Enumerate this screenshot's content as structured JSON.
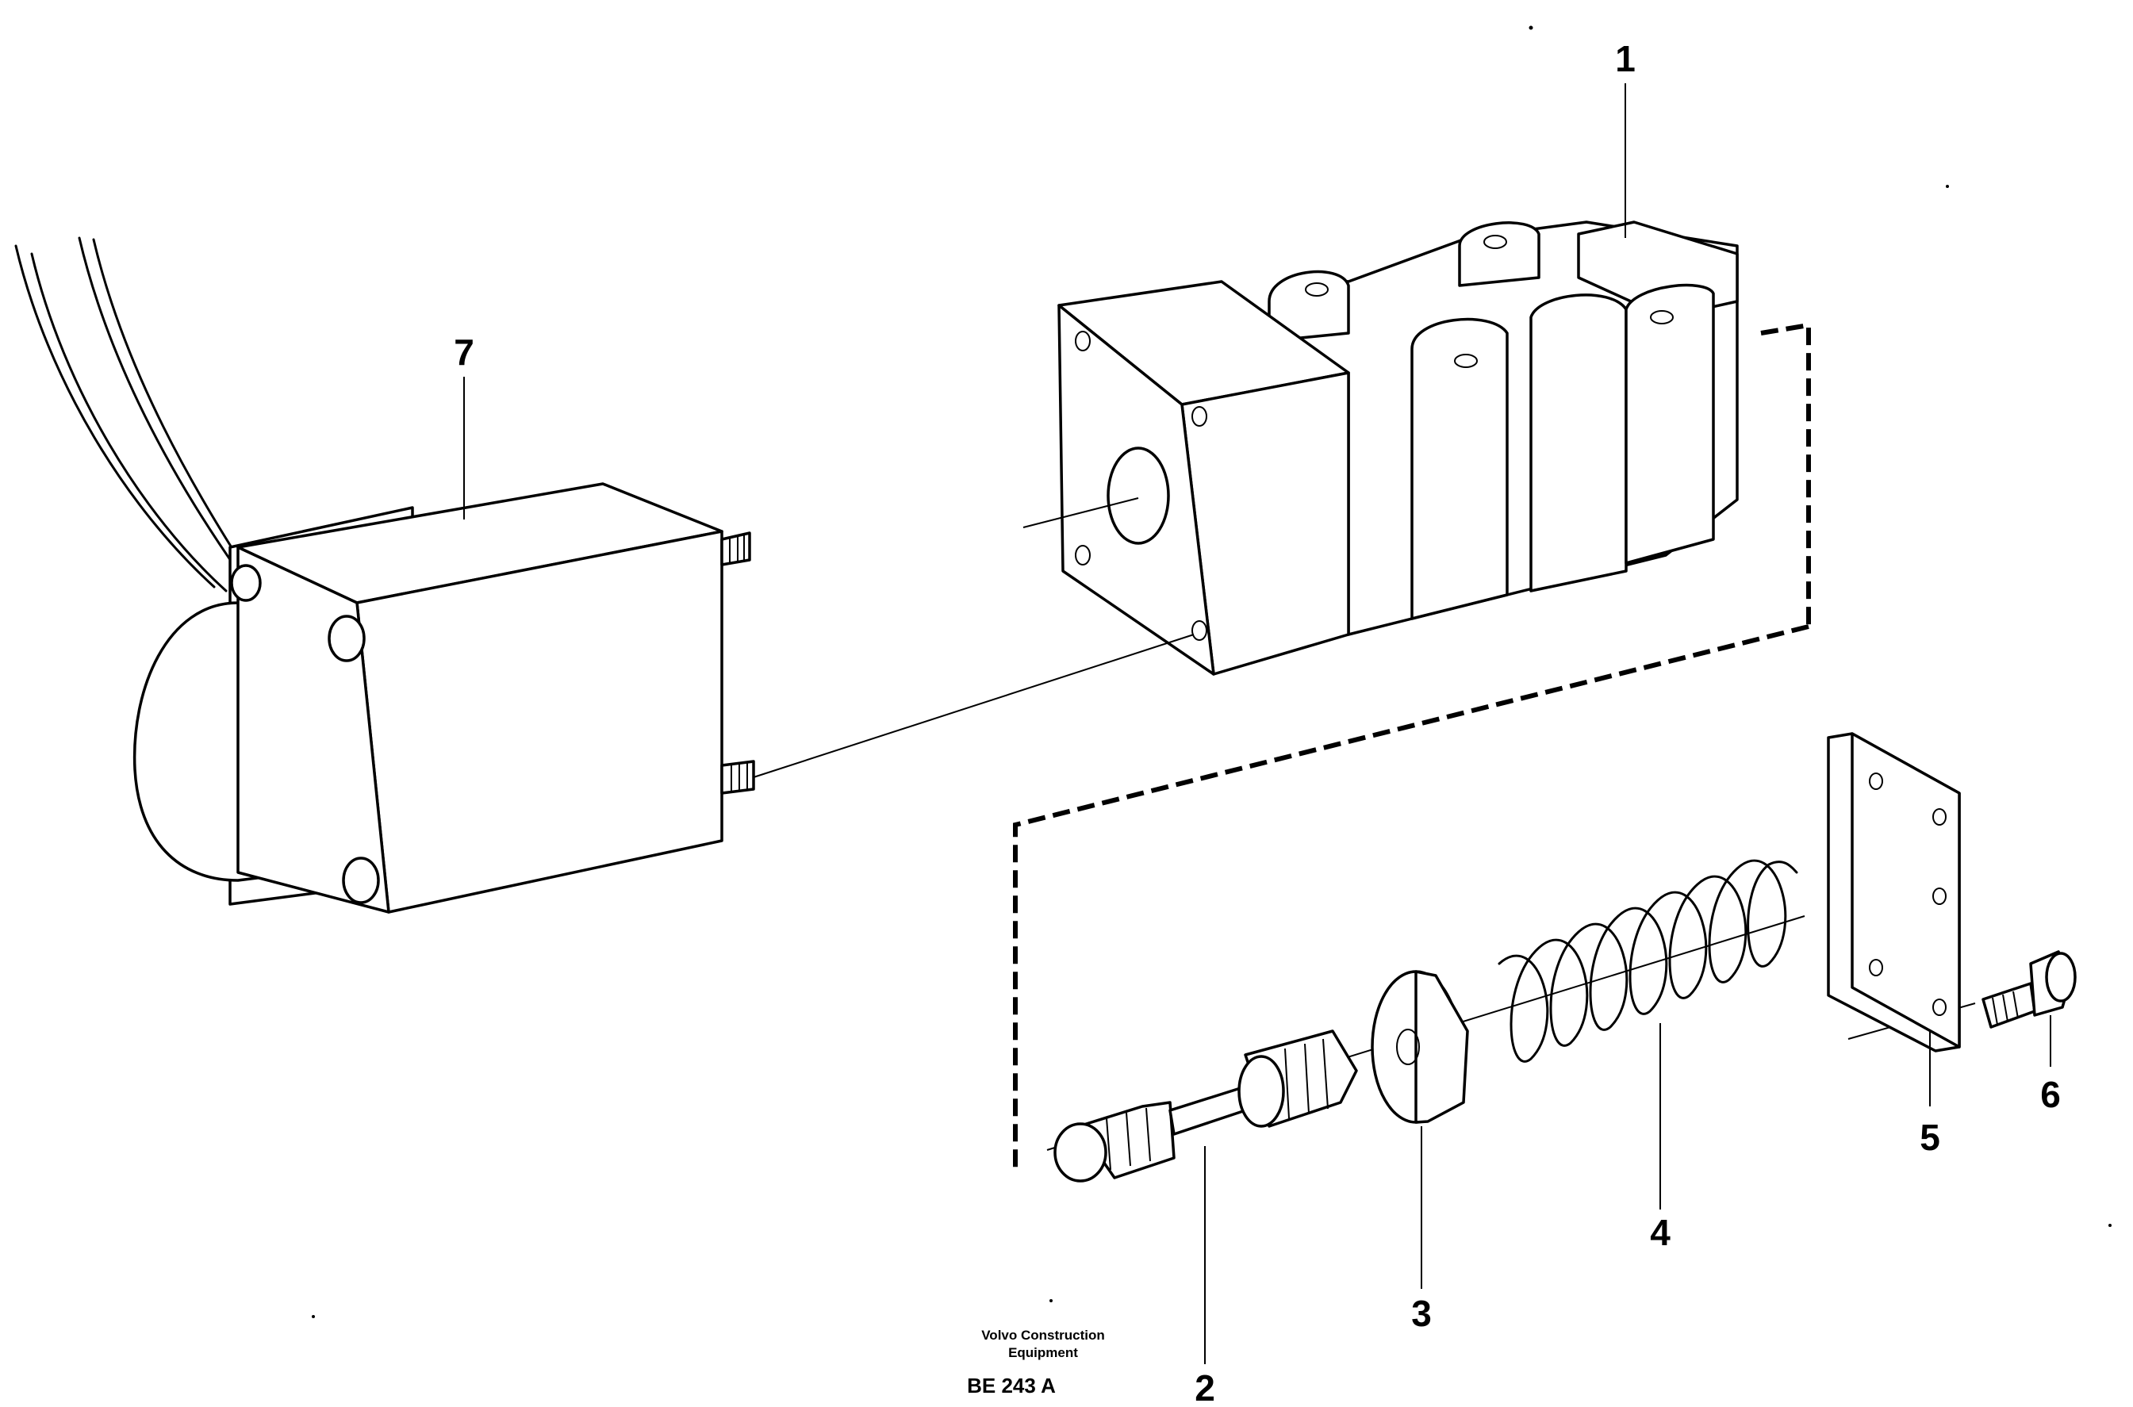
{
  "callouts": [
    {
      "id": "1",
      "label": "1"
    },
    {
      "id": "2",
      "label": "2"
    },
    {
      "id": "3",
      "label": "3"
    },
    {
      "id": "4",
      "label": "4"
    },
    {
      "id": "5",
      "label": "5"
    },
    {
      "id": "6",
      "label": "6"
    },
    {
      "id": "7",
      "label": "7"
    }
  ],
  "footer": {
    "brand_line1": "Volvo Construction",
    "brand_line2": "Equipment",
    "reference": "BE 243 A"
  }
}
